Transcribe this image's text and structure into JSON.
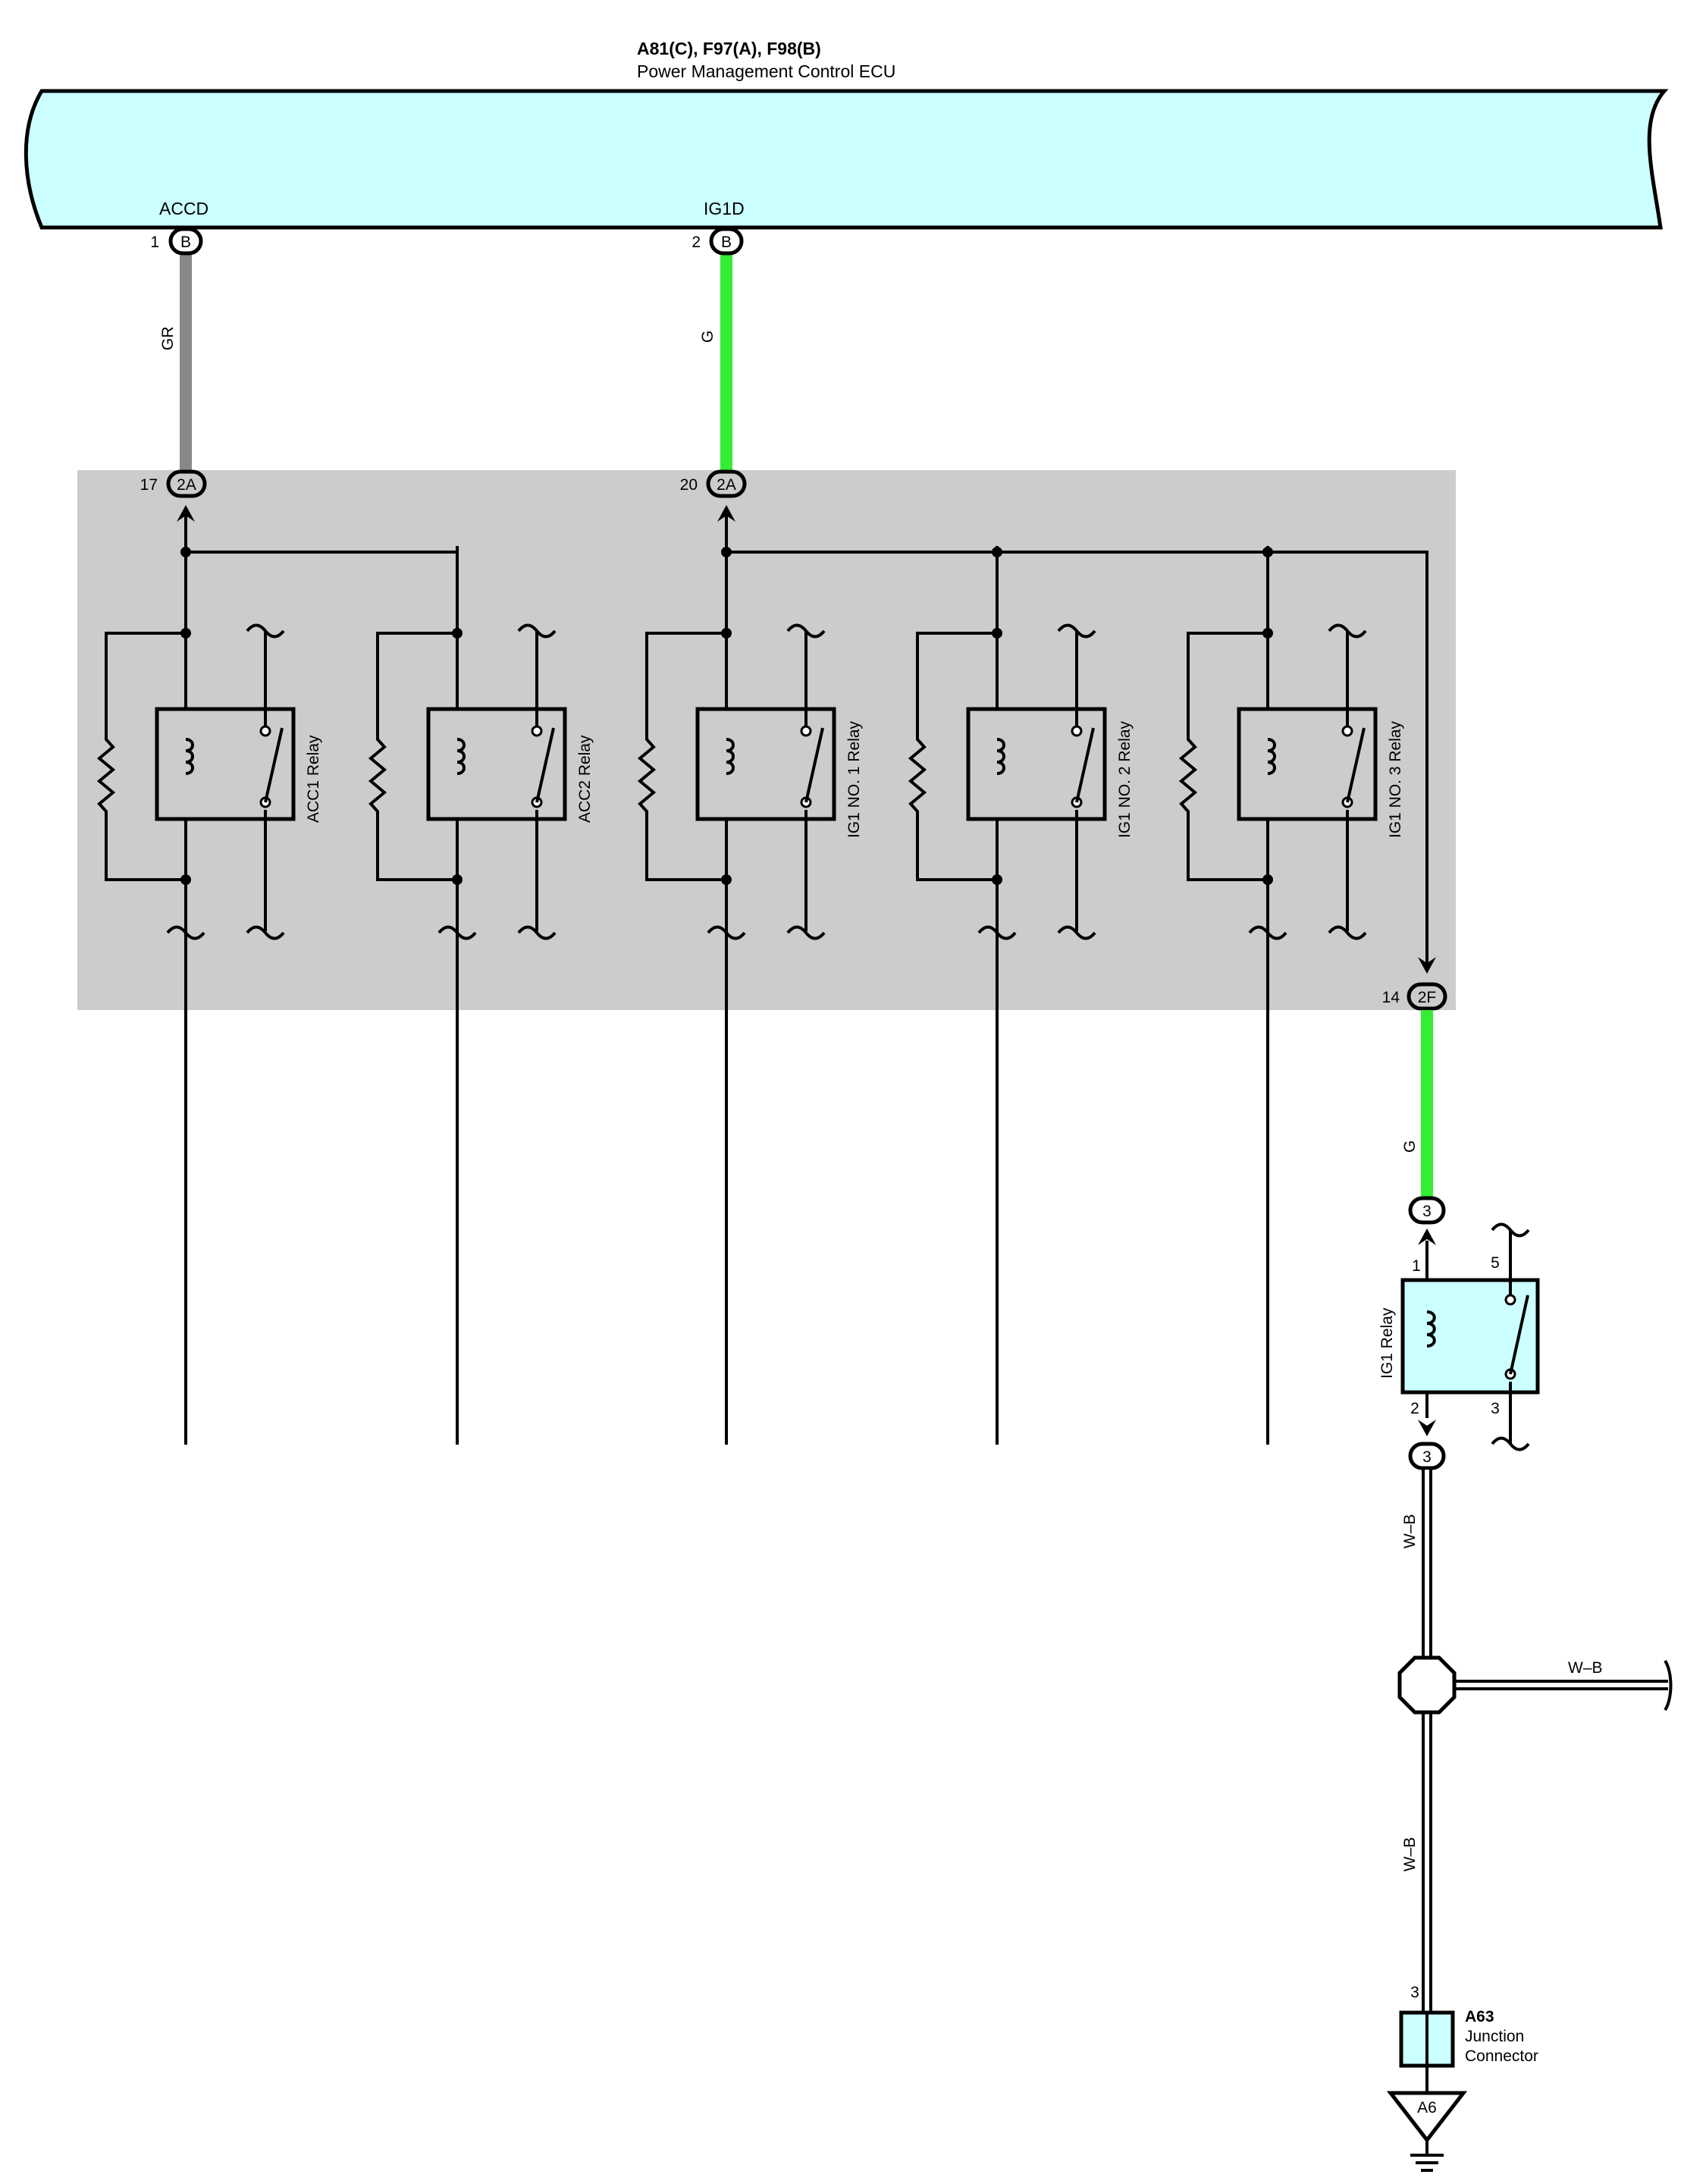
{
  "ecu": {
    "code": "A81(C), F97(A), F98(B)",
    "name": "Power Management Control ECU",
    "fill": "#ccffff"
  },
  "terminals": {
    "accd": {
      "label": "ACCD",
      "pin": "1",
      "conn": "B"
    },
    "ig1d": {
      "label": "IG1D",
      "pin": "2",
      "conn": "B"
    }
  },
  "wires": {
    "gr": {
      "color": "GR",
      "hex": "#888888"
    },
    "g1": {
      "color": "G",
      "hex": "#33ee33"
    },
    "g2": {
      "color": "G",
      "hex": "#33ee33"
    },
    "wb1": {
      "color": "W–B"
    },
    "wb2": {
      "color": "W–B"
    },
    "wb3": {
      "color": "W–B"
    }
  },
  "junction_block": {
    "fill": "#cccccc",
    "conn_in1": {
      "pin": "17",
      "conn": "2A"
    },
    "conn_in2": {
      "pin": "20",
      "conn": "2A"
    },
    "conn_out": {
      "pin": "14",
      "conn": "2F"
    },
    "relays": [
      "ACC1 Relay",
      "ACC2 Relay",
      "IG1 NO. 1 Relay",
      "IG1 NO. 2 Relay",
      "IG1 NO. 3 Relay"
    ]
  },
  "ig1_relay": {
    "label": "IG1 Relay",
    "conn_top": "3",
    "conn_bottom": "3",
    "pins": {
      "p1": "1",
      "p2": "2",
      "p3": "3",
      "p5": "5"
    },
    "fill": "#ccffff"
  },
  "junction_connector": {
    "code": "A63",
    "line1": "Junction",
    "line2": "Connector",
    "pin": "3",
    "fill": "#ccffff"
  },
  "ground": {
    "label": "A6"
  }
}
